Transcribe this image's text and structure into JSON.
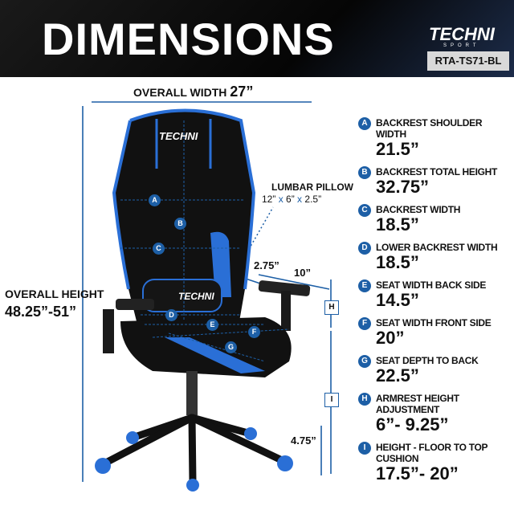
{
  "header": {
    "title": "DIMENSIONS",
    "brand": "TECHNI",
    "brand_sub": "SPORT",
    "model": "RTA-TS71-BL"
  },
  "overall": {
    "width_label": "OVERALL WIDTH",
    "width_value": "27”",
    "height_label": "OVERALL HEIGHT",
    "height_value": "48.25”-51”"
  },
  "callouts": {
    "lumbar_label": "LUMBAR PILLOW",
    "lumbar_a": "12”",
    "lumbar_x1": "x",
    "lumbar_b": "6”",
    "lumbar_x2": "x",
    "lumbar_c": "2.5”",
    "arm_depth": "2.75”",
    "arm_length": "10”",
    "base_height": "4.75”",
    "chair_logo": "TECHNI"
  },
  "markers": [
    "A",
    "B",
    "C",
    "D",
    "E",
    "F",
    "G",
    "H",
    "I"
  ],
  "specs": [
    {
      "letter": "A",
      "label": "BACKREST SHOULDER WIDTH",
      "value": "21.5”"
    },
    {
      "letter": "B",
      "label": "BACKREST TOTAL HEIGHT",
      "value": "32.75”"
    },
    {
      "letter": "C",
      "label": "BACKREST WIDTH",
      "value": "18.5”"
    },
    {
      "letter": "D",
      "label": "LOWER BACKREST WIDTH",
      "value": "18.5”"
    },
    {
      "letter": "E",
      "label": "SEAT WIDTH BACK SIDE",
      "value": "14.5”"
    },
    {
      "letter": "F",
      "label": "SEAT WIDTH FRONT SIDE",
      "value": "20”"
    },
    {
      "letter": "G",
      "label": "SEAT DEPTH TO BACK",
      "value": "22.5”"
    },
    {
      "letter": "H",
      "label": "ARMREST HEIGHT ADJUSTMENT",
      "value": "6”- 9.25”"
    },
    {
      "letter": "I",
      "label": "HEIGHT - FLOOR TO TOP CUSHION",
      "value": "17.5”- 20”"
    }
  ],
  "colors": {
    "accent": "#1d5fa6",
    "header_bg": "#0a0a0a",
    "chair_blue": "#2a6fd6"
  }
}
